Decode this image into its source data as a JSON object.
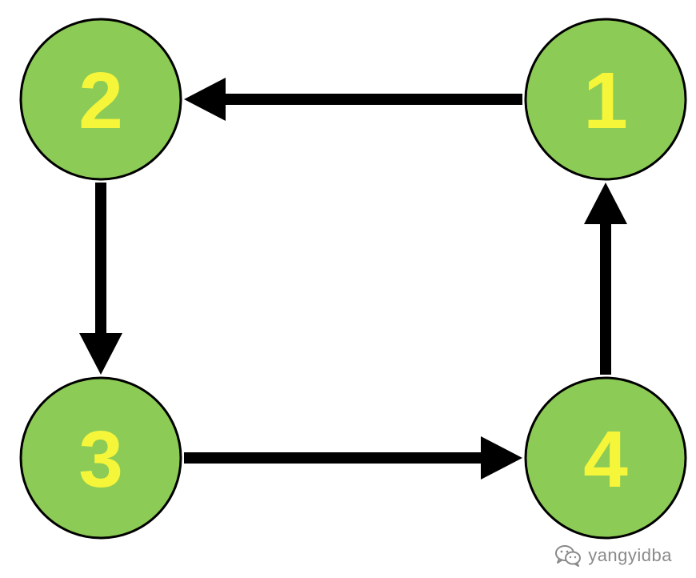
{
  "diagram": {
    "type": "directed-cycle",
    "nodes": [
      {
        "id": "n1",
        "label": "1"
      },
      {
        "id": "n2",
        "label": "2"
      },
      {
        "id": "n3",
        "label": "3"
      },
      {
        "id": "n4",
        "label": "4"
      }
    ],
    "edges": [
      {
        "from": "n1",
        "to": "n2"
      },
      {
        "from": "n2",
        "to": "n3"
      },
      {
        "from": "n3",
        "to": "n4"
      },
      {
        "from": "n4",
        "to": "n1"
      }
    ]
  },
  "colors": {
    "node_fill": "#8ccb55",
    "node_stroke": "#000000",
    "label": "#f5f53a",
    "edge": "#000000",
    "watermark": "#8a8a8a"
  },
  "watermark": {
    "icon": "wechat-icon",
    "text": "yangyidba"
  }
}
